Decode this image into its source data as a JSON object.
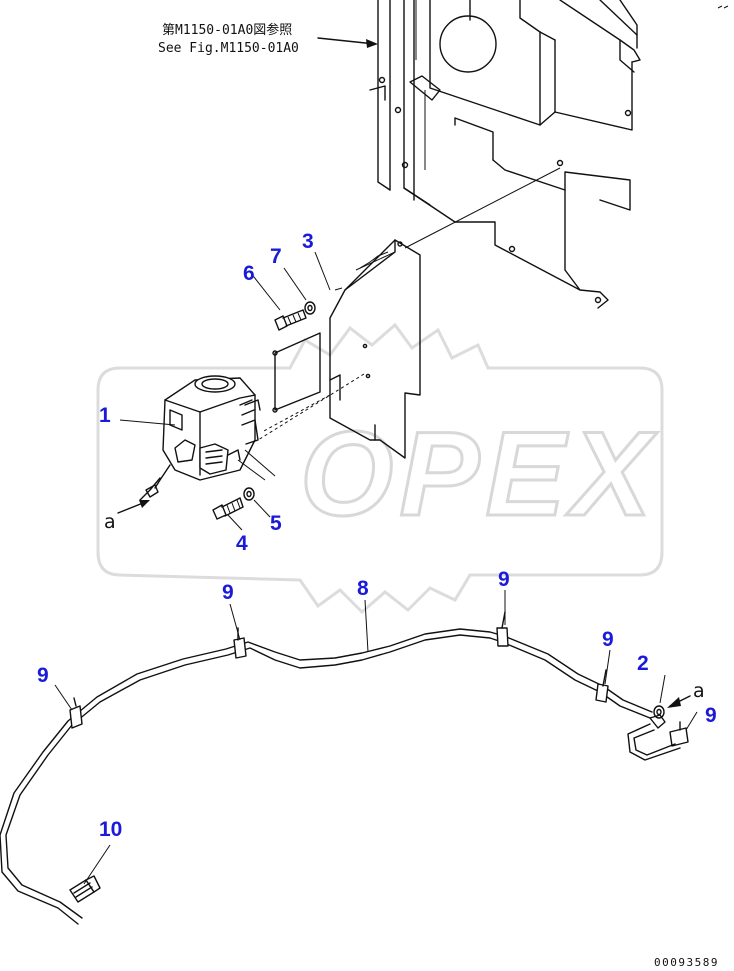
{
  "reference_note": {
    "line1": "第M1150-01A0図参照",
    "line2": "See Fig.M1150-01A0"
  },
  "watermark": "OPEX",
  "connection_letters": {
    "left": "a",
    "right": "a"
  },
  "callouts": {
    "c1": "1",
    "c2": "2",
    "c3": "3",
    "c4": "4",
    "c5": "5",
    "c6": "6",
    "c7": "7",
    "c8": "8",
    "c9a": "9",
    "c9b": "9",
    "c9c": "9",
    "c9d": "9",
    "c9e": "9",
    "c10": "10"
  },
  "document_number": "00093589",
  "colors": {
    "callout": "#1a1ad8",
    "line": "#111111",
    "watermark": "#dcdcdc"
  }
}
